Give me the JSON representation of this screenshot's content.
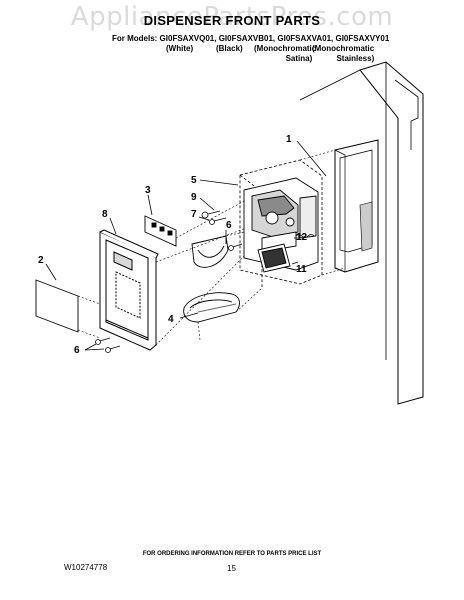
{
  "watermark": "AppliancePartsPros.com",
  "title": "DISPENSER FRONT PARTS",
  "models_line": "For Models: GI0FSAXVQ01, GI0FSAXVB01, GI0FSAXVA01, GI0FSAXVY01",
  "model_colors": [
    {
      "line1": "(White)",
      "line2": ""
    },
    {
      "line1": "(Black)",
      "line2": ""
    },
    {
      "line1": "(Monochromatic",
      "line2": "Satina)"
    },
    {
      "line1": "(Monochromatic",
      "line2": "Stainless)"
    }
  ],
  "callouts": [
    "1",
    "2",
    "3",
    "4",
    "5",
    "6",
    "6",
    "7",
    "8",
    "9",
    "11",
    "12"
  ],
  "footer_note": "FOR ORDERING INFORMATION REFER TO PARTS PRICE LIST",
  "doc_id": "W10274778",
  "page_number": "15",
  "colors": {
    "line": "#000000",
    "shade": "#8a8a8a",
    "watermark": "#b4b4b4"
  }
}
